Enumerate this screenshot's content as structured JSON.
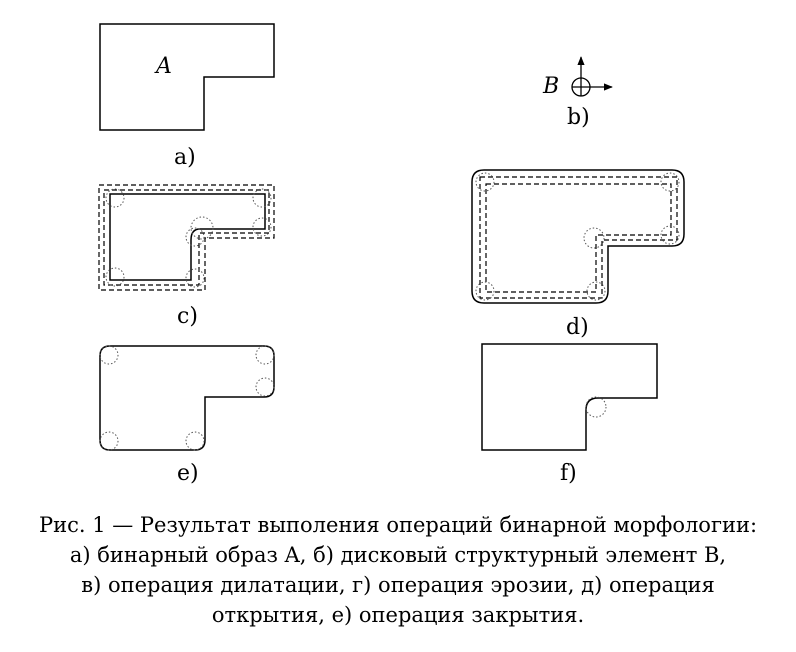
{
  "figure": {
    "set_label": "A",
    "element_label": "B",
    "subfigure_labels": {
      "a": "a)",
      "b": "b)",
      "c": "c)",
      "d": "d)",
      "e": "e)",
      "f": "f)"
    }
  },
  "caption": {
    "lines": [
      "Рис. 1 — Результат выполения операций бинарной морфологии:",
      "а) бинарный образ A, б) дисковый структурный элемент B,",
      "в) операция дилатации, г) операция эрозии, д) операция",
      "открытия, е) операция закрытия."
    ]
  }
}
